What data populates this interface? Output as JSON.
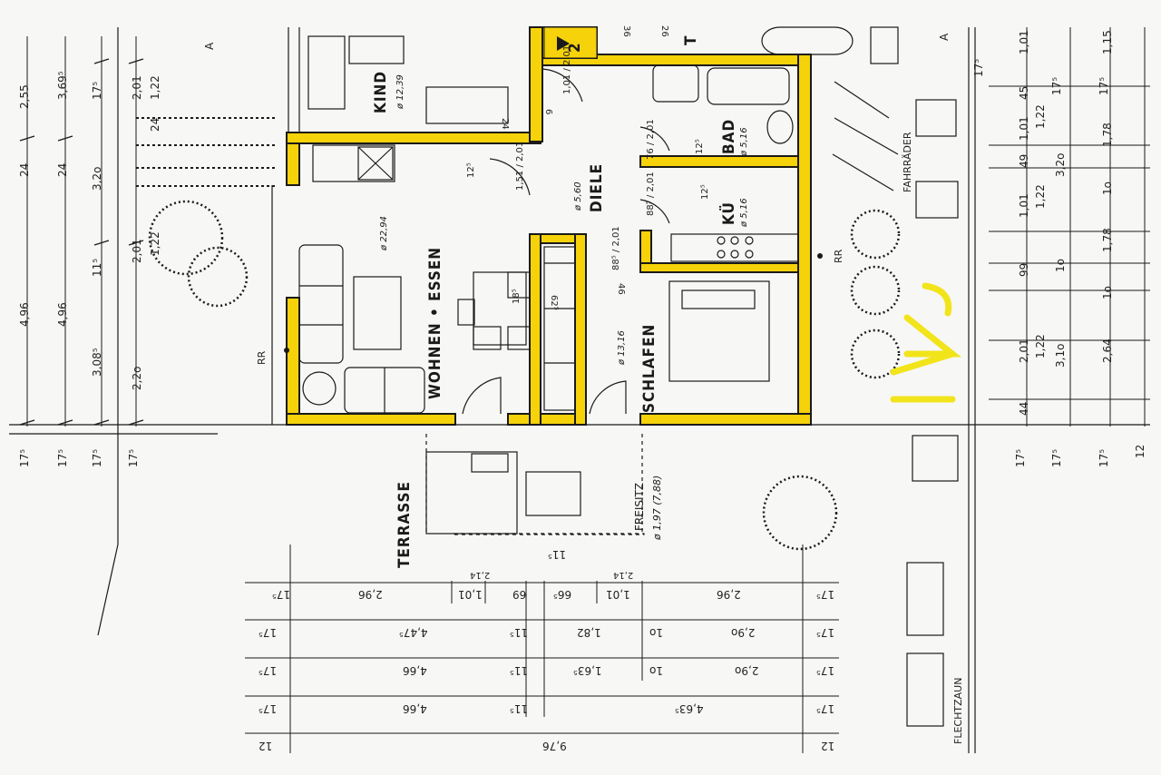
{
  "rooms": {
    "kind": {
      "name": "KIND",
      "area": "ø 12,39"
    },
    "bad": {
      "name": "BAD",
      "area": "ø 5,16"
    },
    "diele": {
      "name": "DIELE",
      "area": "ø 5,60"
    },
    "kueche": {
      "name": "KÜ",
      "area": "ø 5,16"
    },
    "wohnen": {
      "name": "WOHNEN • ESSEN",
      "area": "ø 22,94"
    },
    "schlafen": {
      "name": "SCHLAFEN",
      "area": "ø 13,16"
    }
  },
  "outdoor": {
    "terrasse": "TERRASSE",
    "freisitz": "FREISITZ",
    "freisitz_area": "ø 1,97 (7,88)",
    "fahrraeder": "FAHRRÄDER",
    "flechtzaun": "FLECHTZAUN",
    "rr_left": "RR",
    "rr_right": "RR",
    "handwritten": "17"
  },
  "left_dims": {
    "col1": [
      "2,55",
      "24",
      "4,96",
      "17⁵"
    ],
    "col2": [
      "3,69⁵",
      "24",
      "4,96",
      "17⁵"
    ],
    "col3": [
      "17⁵",
      "3,2o",
      "11⁵",
      "3,08⁵",
      "17⁵"
    ],
    "col4": [
      "2,01",
      "1,22",
      "24",
      "2,01",
      "1,22",
      "2,2o",
      "17⁵"
    ]
  },
  "right_dims": {
    "col1": [
      "1,01",
      "45",
      "1,01",
      "49",
      "1,01",
      "99",
      "2,01",
      "44",
      "17⁵"
    ],
    "col2": [
      "17⁵",
      "1,22",
      "3,2o",
      "1,22",
      "1o",
      "1,22",
      "3,1o",
      "17⁵"
    ],
    "col3": [
      "1,15",
      "17⁵",
      "1,78",
      "1o",
      "1,78",
      "1o",
      "2,64",
      "17⁵"
    ],
    "col4": [
      "17⁵",
      "12"
    ]
  },
  "bottom_dims": {
    "row1": [
      "17⁵",
      "2,96",
      "1,01",
      "69",
      "66⁵",
      "1,01",
      "2,96",
      "17⁵"
    ],
    "row1_small": [
      "2,14",
      "2,14"
    ],
    "row2": [
      "17⁵",
      "4,47⁵",
      "11⁵",
      "1,82",
      "1o",
      "2,9o",
      "17⁵"
    ],
    "row3": [
      "17⁵",
      "4,66",
      "11⁵",
      "1,63⁵",
      "1o",
      "2,9o",
      "17⁵"
    ],
    "row4": [
      "17⁵",
      "4,66",
      "11⁵",
      "4,63⁵",
      "17⁵"
    ],
    "row5": [
      "12",
      "9,76",
      "12"
    ],
    "freisitz_small": "11⁵"
  },
  "inner_dims": {
    "kind_door": "1,01 / 2,01",
    "diele_door": "1,51 / 2,01",
    "diele_door2": "76 / 2,01",
    "bad_door": "88⁵ / 2,01",
    "schlafen_door": "88⁵ / 2,01",
    "wall_125a": "12⁵",
    "wall_125b": "12⁵",
    "wall_125c": "12⁵",
    "wall_185": "18⁵",
    "wall_625": "62⁵",
    "wall_46": "46",
    "kind_24": "24",
    "kind_6": "6",
    "top_36": "36",
    "top_26": "26"
  },
  "markers": {
    "top_a1": "A",
    "top_a2": "A",
    "stair": "2",
    "t_label": "T"
  },
  "colors": {
    "wall_highlight": "#f5d20a",
    "wall_line": "#1a1a1a",
    "paper": "#f7f7f5",
    "handwriting": "#f2e41a"
  }
}
